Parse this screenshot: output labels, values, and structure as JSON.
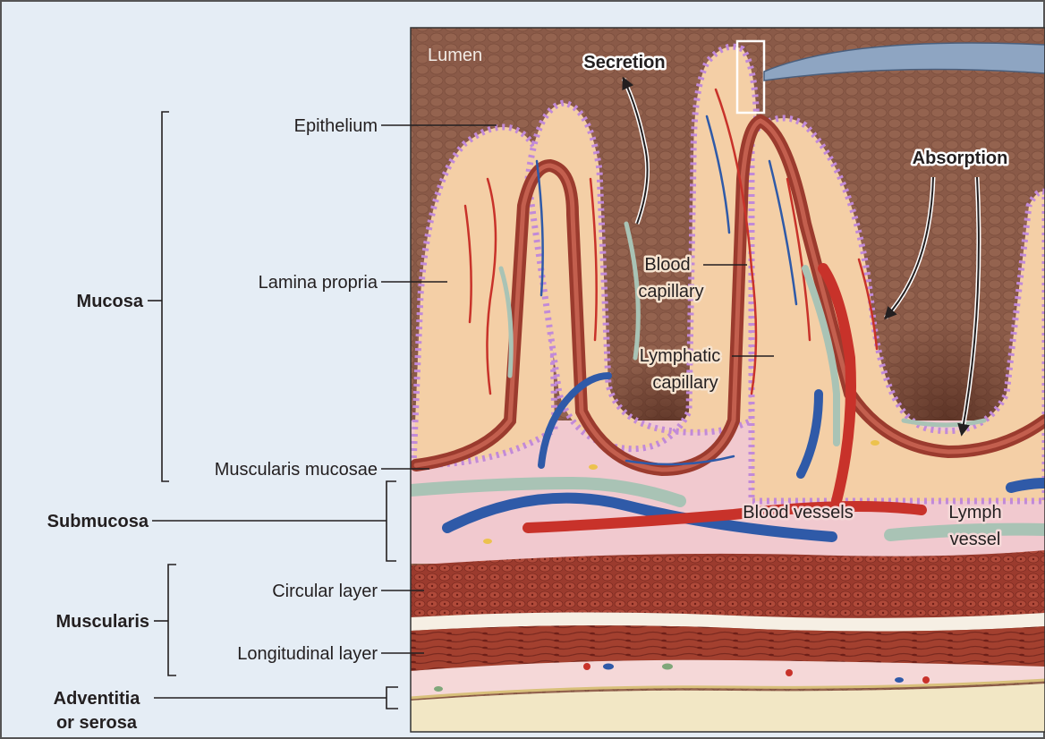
{
  "labels": {
    "lumen": "Lumen",
    "secretion": "Secretion",
    "absorption": "Absorption",
    "epithelium": "Epithelium",
    "lamina_propria": "Lamina propria",
    "mucosa": "Mucosa",
    "muscularis_mucosae": "Muscularis mucosae",
    "submucosa": "Submucosa",
    "muscularis": "Muscularis",
    "circular_layer": "Circular layer",
    "longitudinal_layer": "Longitudinal layer",
    "adventitia_1": "Adventitia",
    "adventitia_2": "or serosa",
    "blood_capillary_1": "Blood",
    "blood_capillary_2": "capillary",
    "lymphatic_capillary_1": "Lymphatic",
    "lymphatic_capillary_2": "capillary",
    "blood_vessels": "Blood vessels",
    "lymph_vessel_1": "Lymph",
    "lymph_vessel_2": "vessel"
  },
  "colors": {
    "panel_background": "#e5edf5",
    "lumen": "#8a5a48",
    "lamina_propria": "#f4cfa6",
    "epithelium": "#c28ad8",
    "muscle": "#9b3b2e",
    "blood_vessel_red": "#c8322a",
    "blood_vessel_blue": "#2f5aa8",
    "lymph_vessel": "#a9c3b5",
    "submucosa": "#f1c9cf",
    "serosa": "#f2e7c5"
  }
}
